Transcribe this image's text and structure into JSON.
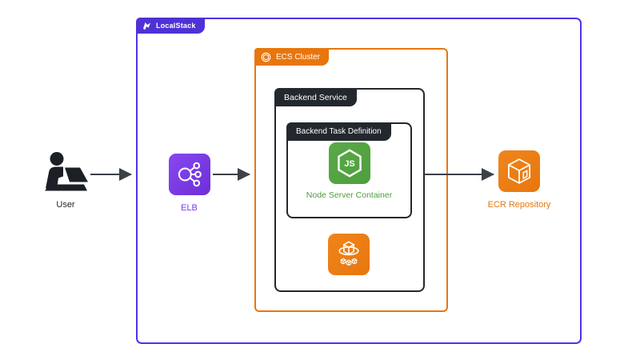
{
  "containers": {
    "localstack": {
      "label": "LocalStack"
    },
    "ecs_cluster": {
      "label": "ECS Cluster"
    },
    "backend_service": {
      "label": "Backend Service"
    },
    "backend_task_definition": {
      "label": "Backend Task Definition"
    }
  },
  "nodes": {
    "user": {
      "label": "User"
    },
    "elb": {
      "label": "ELB"
    },
    "node_server_container": {
      "label": "Node Server Container",
      "badge": "JS"
    },
    "ecr_repository": {
      "label": "ECR Repository"
    }
  },
  "edges": [
    {
      "from": "user",
      "to": "elb"
    },
    {
      "from": "elb",
      "to": "ecs_cluster"
    },
    {
      "from": "backend_service",
      "to": "ecr_repository"
    }
  ],
  "colors": {
    "localstack_border": "#4a34e8",
    "localstack_tag": "#5031d6",
    "orange": "#e8760d",
    "dark": "#23272e",
    "node_green": "#4e9f3d",
    "node_label_green": "#4f9e3f",
    "elb_purple": "#8747f2",
    "elb_label": "#7b3be8",
    "arrow": "#3c4148",
    "text_dark": "#20242a"
  }
}
